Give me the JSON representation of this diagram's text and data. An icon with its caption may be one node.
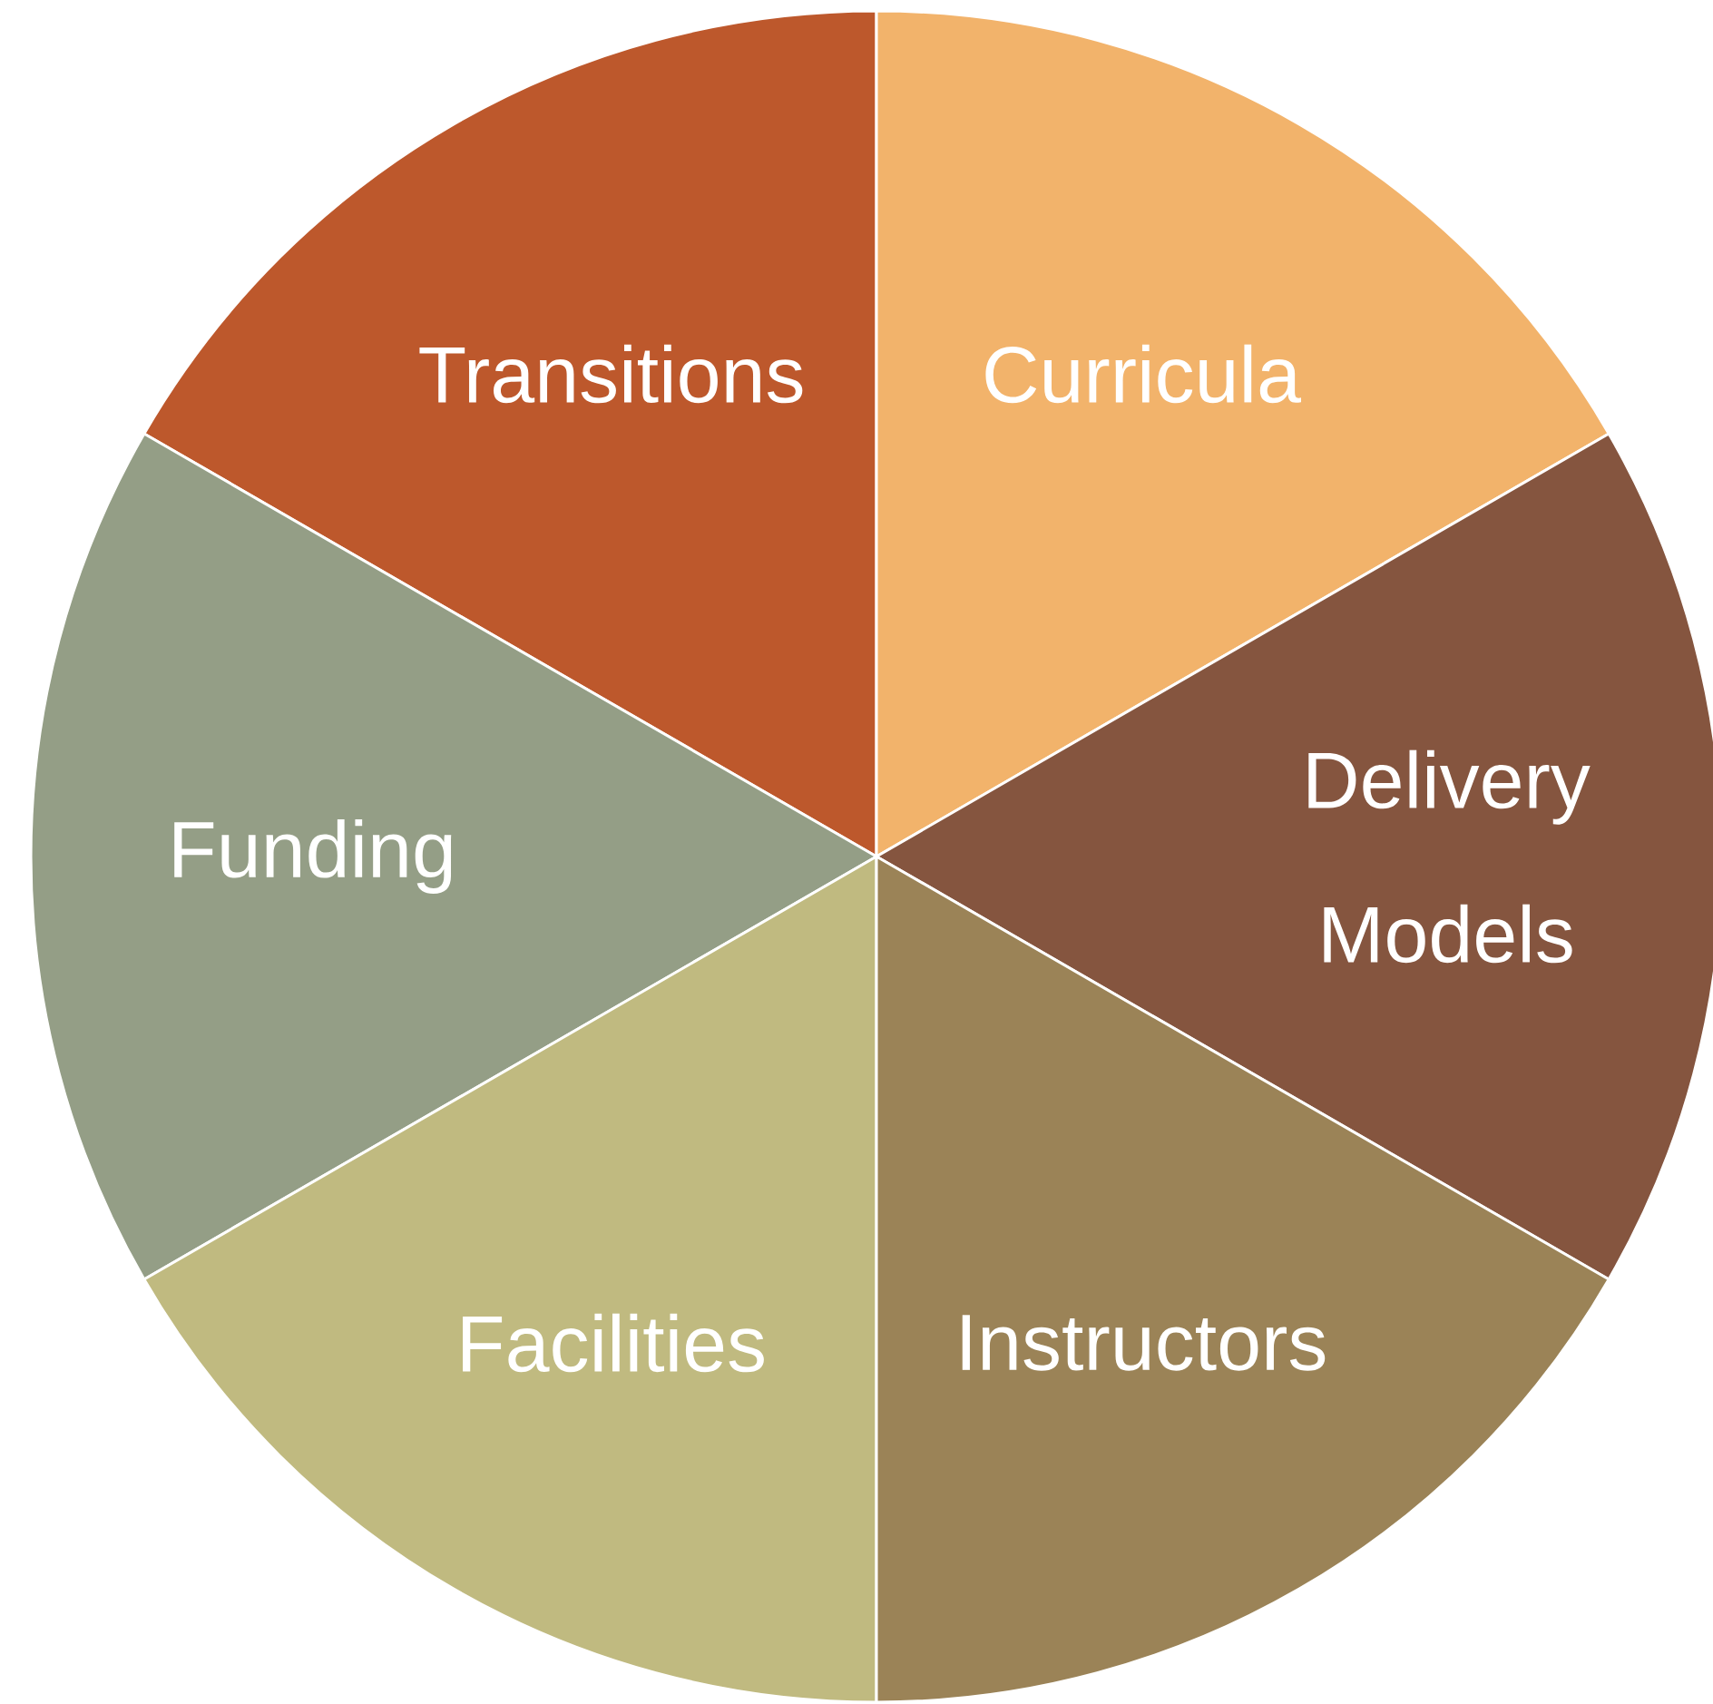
{
  "diagram": {
    "nodes": [
      {
        "text": [
          "Transitions"
        ]
      },
      {
        "text": [
          "Curricula"
        ]
      },
      {
        "text": [
          "Funding"
        ]
      },
      {
        "text": [
          "Delivery Models"
        ]
      },
      {
        "text": [
          "Facilities"
        ]
      },
      {
        "text": [
          "Instructors"
        ]
      }
    ]
  }
}
